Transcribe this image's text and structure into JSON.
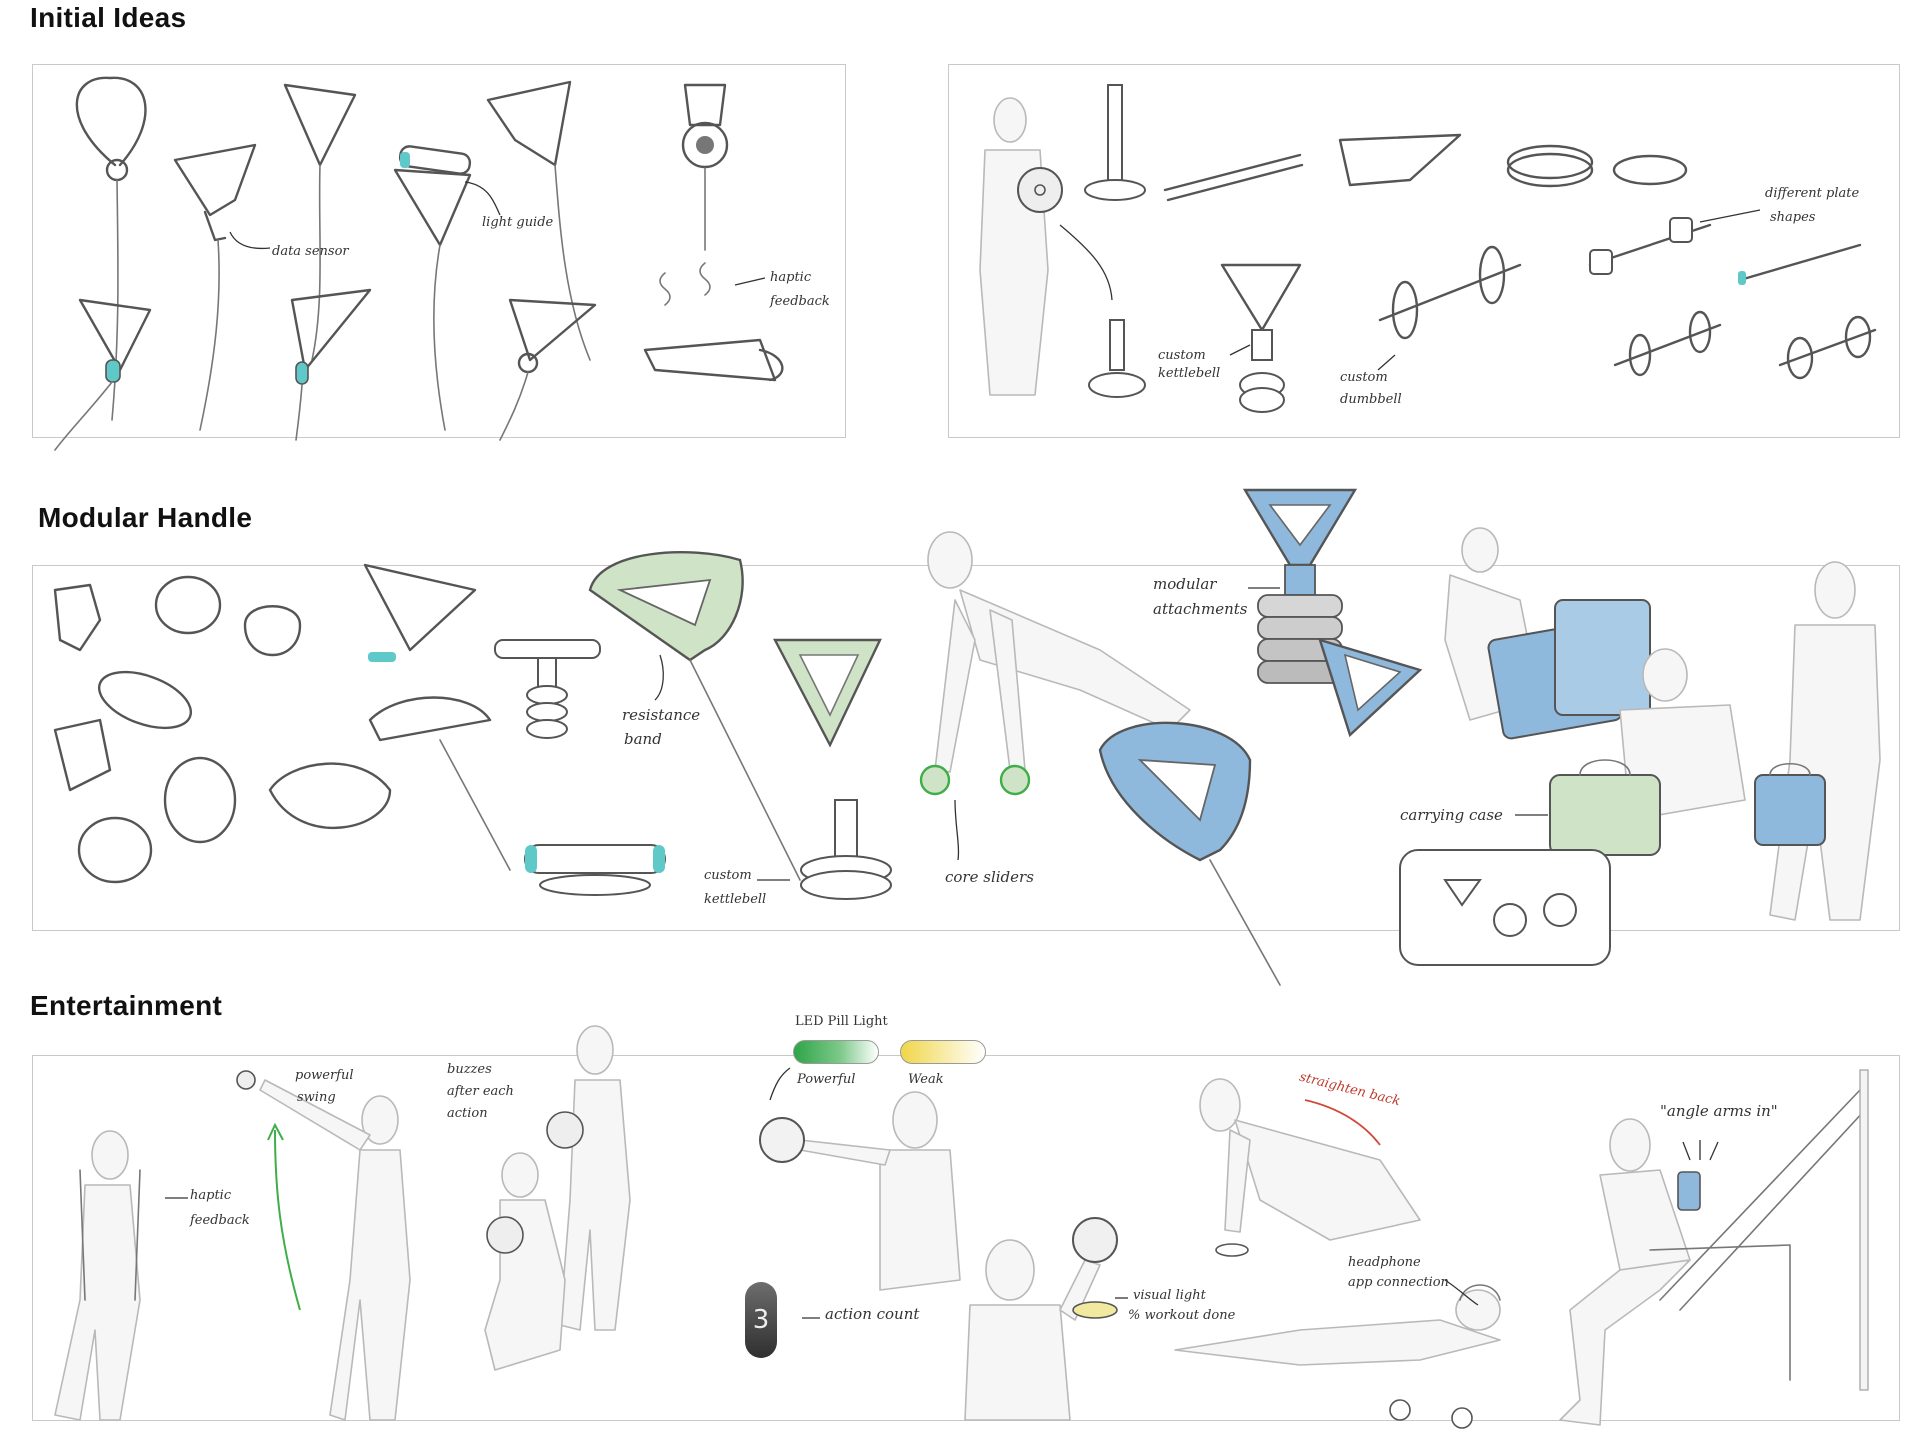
{
  "sections": {
    "initial_ideas": "Initial Ideas",
    "modular_handle": "Modular Handle",
    "entertainment": "Entertainment"
  },
  "annotations": {
    "initial": {
      "data_sensor": "data sensor",
      "light_guide": "light guide",
      "haptic_feedback_1": "haptic",
      "haptic_feedback_2": "feedback",
      "different_plate_1": "different plate",
      "different_plate_2": "shapes",
      "custom_kettlebell_1": "custom",
      "custom_kettlebell_2": "kettlebell",
      "custom_dumbbell_1": "custom",
      "custom_dumbbell_2": "dumbbell"
    },
    "modular": {
      "resistance_band_1": "resistance",
      "resistance_band_2": "band",
      "custom_kettlebell_1": "custom",
      "custom_kettlebell_2": "kettlebell",
      "core_sliders": "core sliders",
      "modular_attachments_1": "modular",
      "modular_attachments_2": "attachments",
      "carrying_case": "carrying case"
    },
    "entertainment": {
      "haptic_1": "haptic",
      "haptic_2": "feedback",
      "powerful_swing_1": "powerful",
      "powerful_swing_2": "swing",
      "buzzes_1": "buzzes",
      "buzzes_2": "after each",
      "buzzes_3": "action",
      "led_pill_light": "LED Pill Light",
      "powerful": "Powerful",
      "weak": "Weak",
      "action_count": "action count",
      "count_value": "3",
      "visual_light_1": "visual light",
      "visual_light_2": "% workout done",
      "straighten_back": "straighten back",
      "headphone_1": "headphone",
      "headphone_2": "app connection",
      "angle_arms_in": "\"angle arms in\""
    }
  },
  "colors": {
    "accent_green": "#3fae49",
    "accent_blue": "#8fb9dc",
    "accent_teal": "#5fc8c8",
    "sage": "#cfe3c6",
    "warning_red": "#d04a3a",
    "weak_yellow": "#f0d64a"
  }
}
